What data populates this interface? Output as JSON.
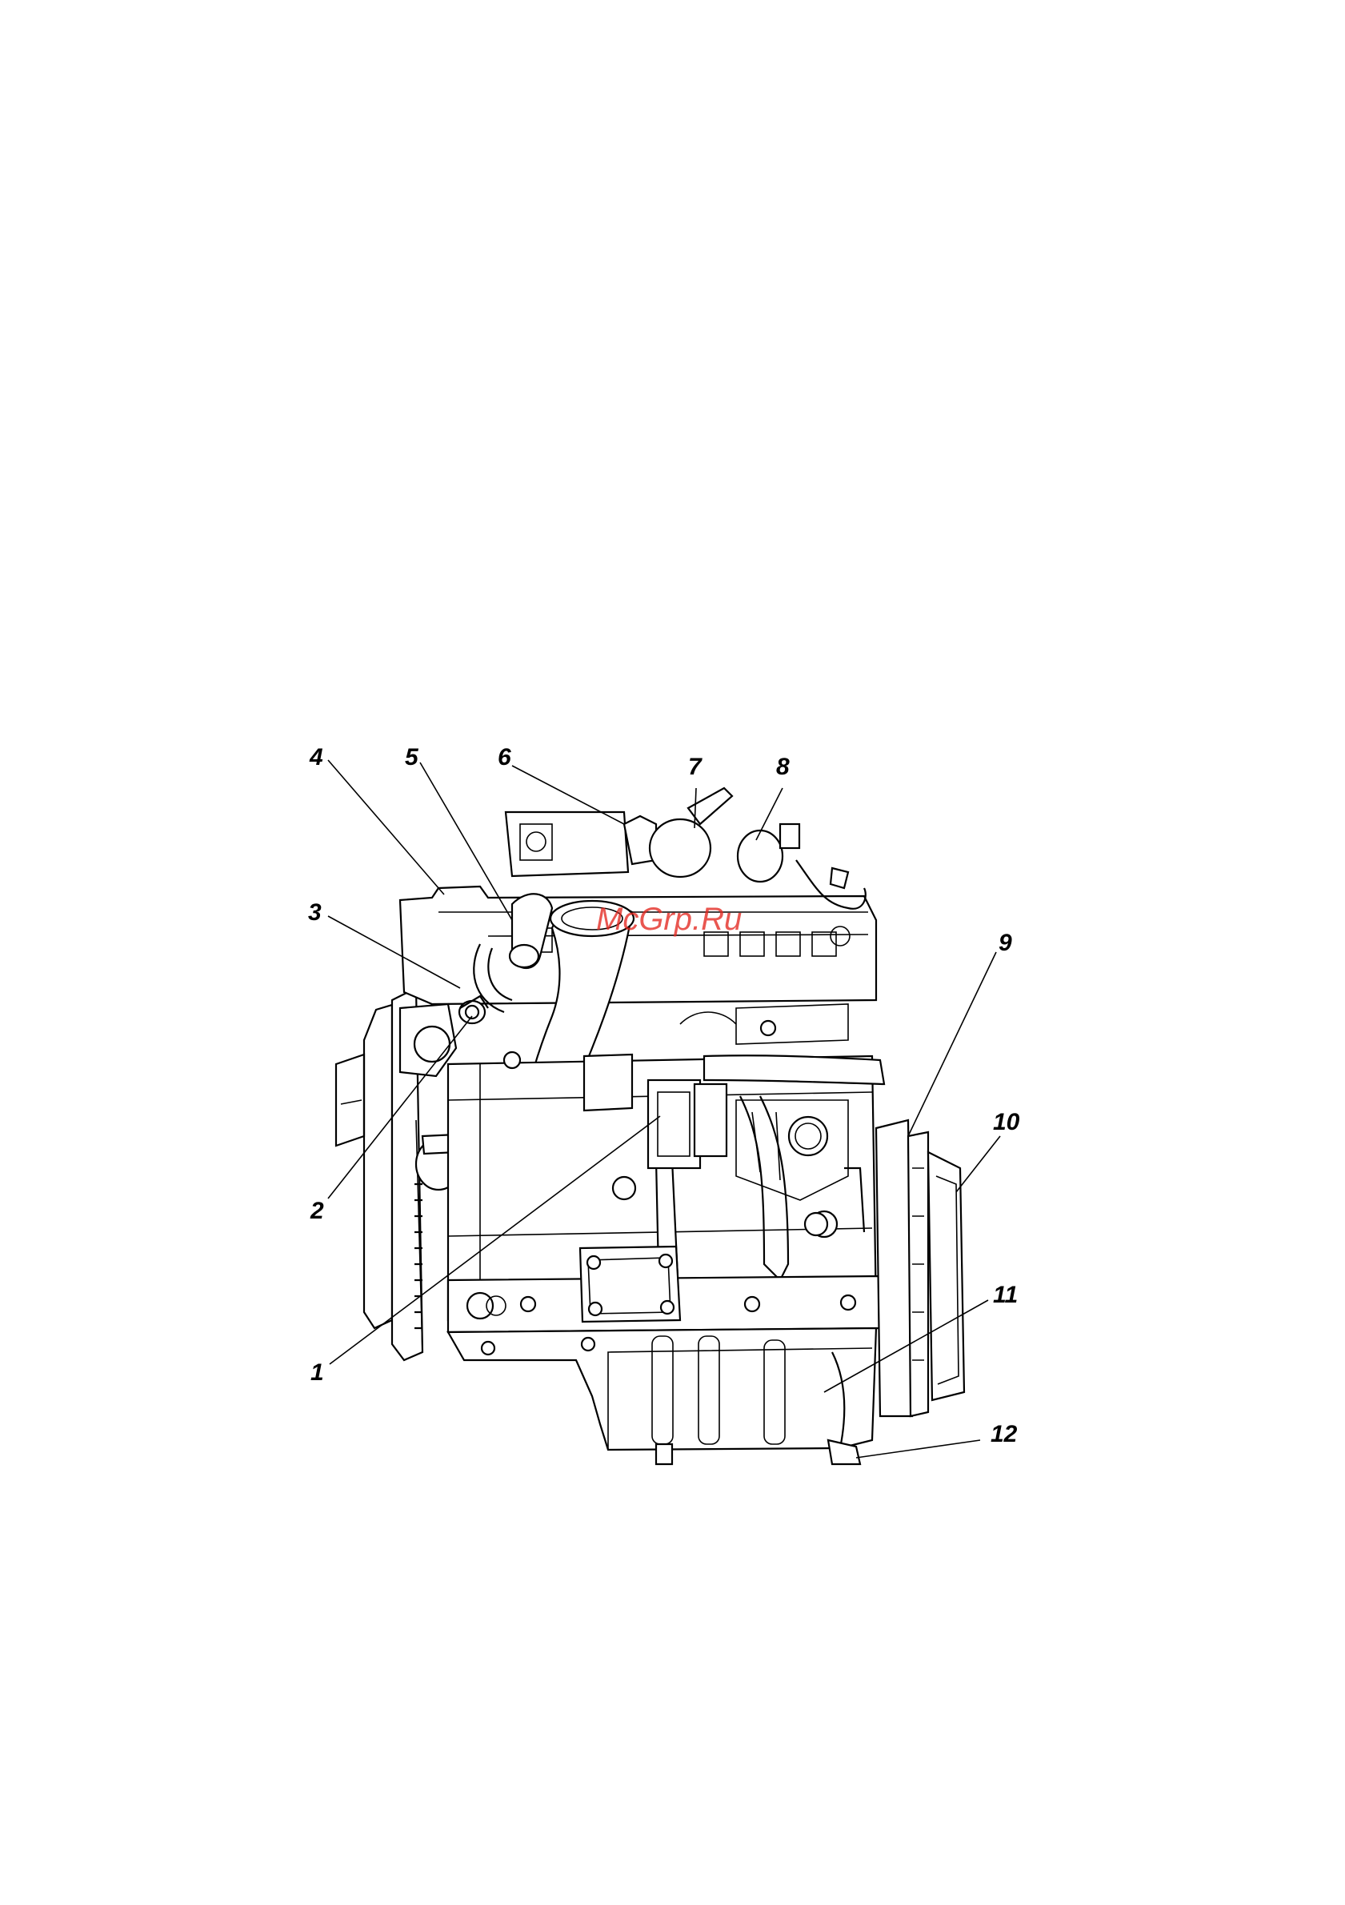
{
  "figure": {
    "callouts": [
      "1",
      "2",
      "3",
      "4",
      "5",
      "6",
      "7",
      "8",
      "9",
      "10",
      "11",
      "12"
    ],
    "watermark": "McGrp.Ru"
  },
  "colors": {
    "ink": "#000000",
    "paper": "#ffffff",
    "watermark": "#e3261f"
  }
}
